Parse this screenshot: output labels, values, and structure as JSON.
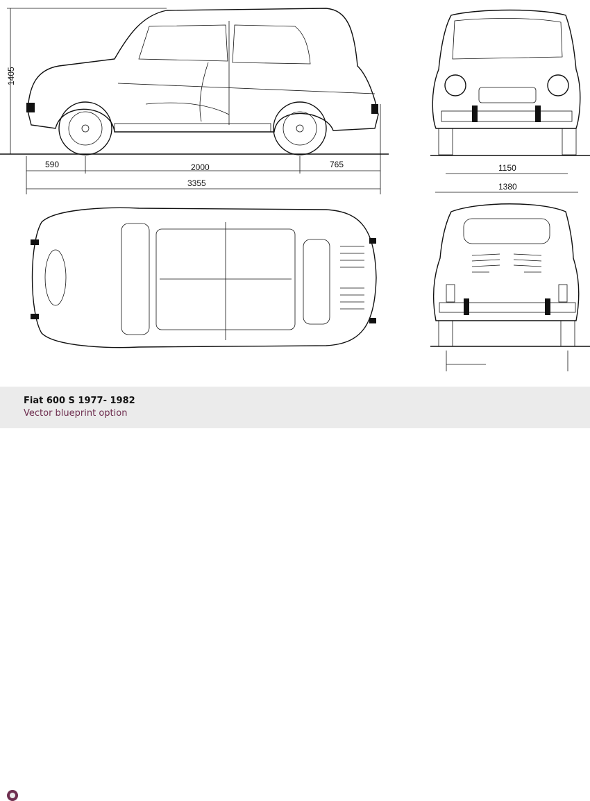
{
  "blueprint": {
    "dimensions": {
      "height": "1405",
      "front_overhang": "590",
      "wheelbase": "2000",
      "rear_overhang": "765",
      "length": "3355",
      "front_track": "1150",
      "width": "1380"
    }
  },
  "caption": {
    "title": "Fiat 600 S 1977- 1982",
    "subtitle": "Vector blueprint option",
    "accent_color": "#6e2e4f"
  }
}
